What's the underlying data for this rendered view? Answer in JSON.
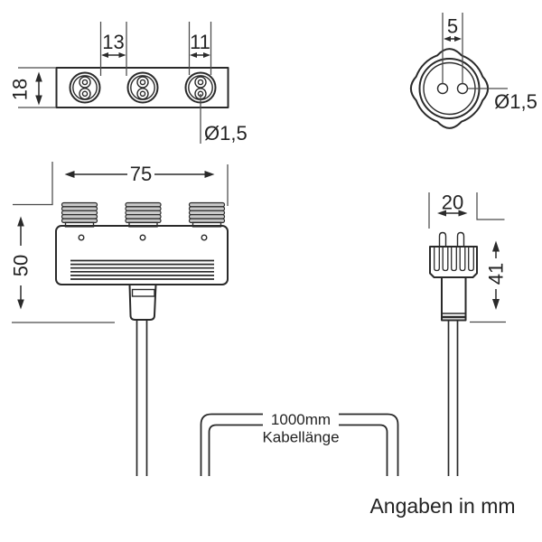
{
  "note": {
    "units": "Angaben in mm"
  },
  "colors": {
    "line": "#2a2a2a",
    "thread_fill": "#c9c9c9",
    "background": "#ffffff"
  },
  "top_view": {
    "gap": "13",
    "port": "11",
    "height": "18",
    "pin_dia": "Ø1,5"
  },
  "face_view": {
    "pin_spacing": "5",
    "pin_dia": "Ø1,5"
  },
  "front_view": {
    "width": "75",
    "height": "50"
  },
  "plug_view": {
    "width": "20",
    "height": "41"
  },
  "cable": {
    "length": "1000mm",
    "label": "Kabellänge"
  }
}
